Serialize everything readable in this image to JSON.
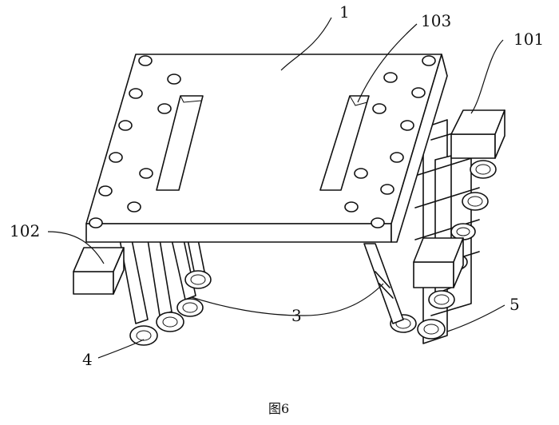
{
  "figure": {
    "caption": "图6",
    "labels": {
      "top_plate": "1",
      "slot": "103",
      "right_block": "101",
      "left_block": "102",
      "legs": "3",
      "left_foot": "4",
      "right_foot": "5"
    }
  }
}
